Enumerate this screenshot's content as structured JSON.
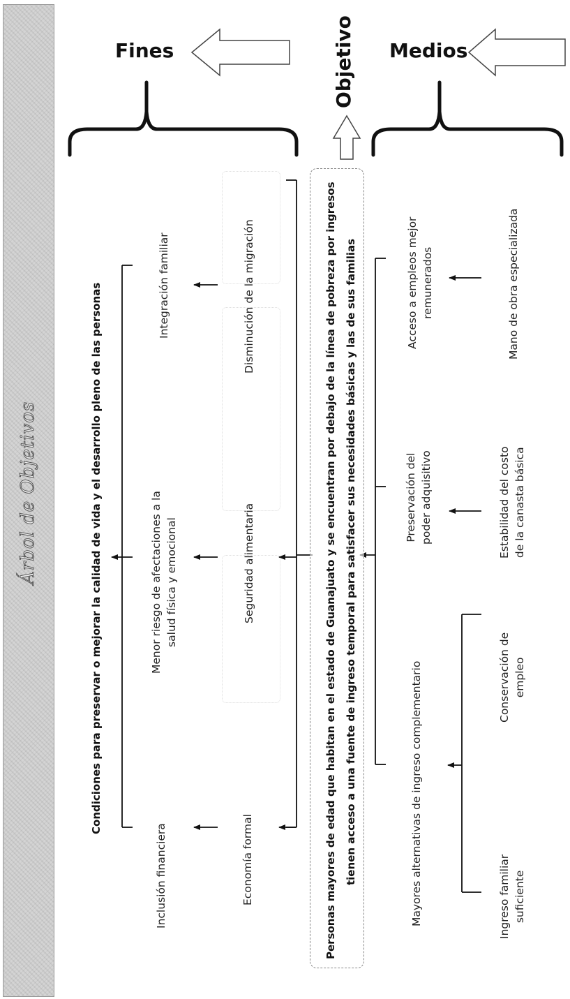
{
  "sidebar": {
    "title": "Árbol de Objetivos"
  },
  "headings": {
    "fines": "Fines",
    "objetivo": "Objetivo",
    "medios": "Medios"
  },
  "fines": {
    "top": "Condiciones para preservar o mejorar la calidad de vida y el desarrollo pleno de las personas",
    "inclusion": "Inclusión financiera",
    "riesgo": [
      "Menor riesgo de afectaciones a la",
      "salud física y emocional"
    ],
    "integracion": "Integración familiar",
    "economia": "Economía formal",
    "seguridad": "Seguridad alimentaria",
    "migracion": "Disminución de la migración"
  },
  "objective": {
    "line1": "Personas mayores de edad que habitan en el estado de Guanajuato y se encuentran por debajo de la línea de pobreza por ingresos",
    "line2": "tienen acceso a una fuente de ingreso temporal para satisfacer sus necesidades básicas y las de sus familias"
  },
  "medios": {
    "alternativas": "Mayores alternativas de ingreso complementario",
    "preservacion": [
      "Preservación del",
      "poder adquisitivo"
    ],
    "acceso": [
      "Acceso a empleos mejor",
      "remunerados"
    ],
    "ingreso": [
      "Ingreso familiar",
      "suficiente"
    ],
    "conservacion": [
      "Conservación de",
      "empleo"
    ],
    "estabilidad": [
      "Estabilidad del costo",
      "de la canasta básica"
    ],
    "mano": "Mano de obra especializada"
  }
}
